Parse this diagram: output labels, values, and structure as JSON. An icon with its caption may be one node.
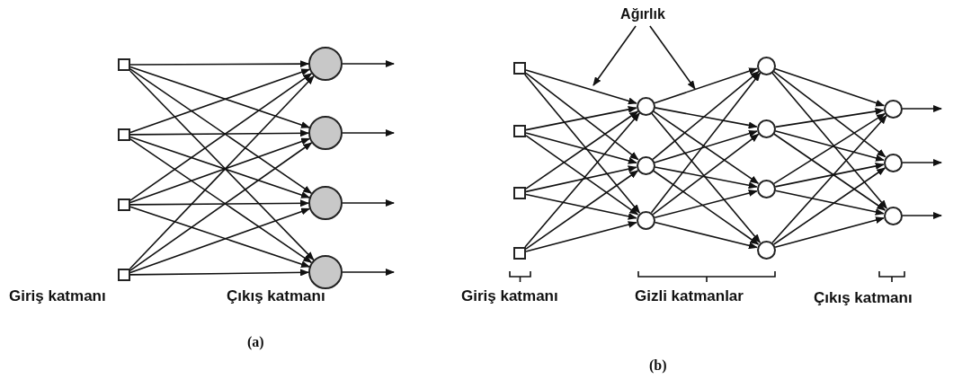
{
  "diagram": {
    "nodes": [
      {
        "text": [],
        "shape": "box"
      },
      {
        "text": [],
        "shape": "box"
      },
      {
        "text": [],
        "shape": "box"
      },
      {
        "text": [],
        "shape": "box"
      },
      {
        "text": [],
        "shape": "circle"
      },
      {
        "text": [],
        "shape": "circle"
      },
      {
        "text": [],
        "shape": "circle"
      },
      {
        "text": [],
        "shape": "circle"
      },
      {
        "text": [
          "Ağırlık"
        ]
      },
      {
        "text": [],
        "shape": "box"
      },
      {
        "text": [],
        "shape": "box"
      },
      {
        "text": [],
        "shape": "box"
      },
      {
        "text": [],
        "shape": "box"
      },
      {
        "text": [],
        "shape": "circle"
      },
      {
        "text": [],
        "shape": "circle"
      },
      {
        "text": [],
        "shape": "circle"
      },
      {
        "text": [],
        "shape": "circle"
      },
      {
        "text": [],
        "shape": "circle"
      },
      {
        "text": [],
        "shape": "circle"
      },
      {
        "text": [],
        "shape": "circle"
      },
      {
        "text": [],
        "shape": "circle"
      },
      {
        "text": [],
        "shape": "circle"
      },
      {
        "text": [],
        "shape": "circle"
      }
    ],
    "edges": [
      {
        "from": 0,
        "to": 4,
        "arrow": "to"
      },
      {
        "from": 0,
        "to": 5,
        "arrow": "to"
      },
      {
        "from": 0,
        "to": 6,
        "arrow": "to"
      },
      {
        "from": 0,
        "to": 7,
        "arrow": "to"
      },
      {
        "from": 1,
        "to": 4,
        "arrow": "to"
      },
      {
        "from": 1,
        "to": 5,
        "arrow": "to"
      },
      {
        "from": 1,
        "to": 6,
        "arrow": "to"
      },
      {
        "from": 1,
        "to": 7,
        "arrow": "to"
      },
      {
        "from": 2,
        "to": 4,
        "arrow": "to"
      },
      {
        "from": 2,
        "to": 5,
        "arrow": "to"
      },
      {
        "from": 2,
        "to": 6,
        "arrow": "to"
      },
      {
        "from": 2,
        "to": 7,
        "arrow": "to"
      },
      {
        "from": 3,
        "to": 4,
        "arrow": "to"
      },
      {
        "from": 3,
        "to": 5,
        "arrow": "to"
      },
      {
        "from": 3,
        "to": 6,
        "arrow": "to"
      },
      {
        "from": 3,
        "to": 7,
        "arrow": "to"
      },
      {
        "from": 4,
        "to": null,
        "arrow": "to"
      },
      {
        "from": 5,
        "to": null,
        "arrow": "to"
      },
      {
        "from": 6,
        "to": null,
        "arrow": "to"
      },
      {
        "from": 7,
        "to": null,
        "arrow": "to"
      },
      {
        "from": 8,
        "to": null,
        "arrow": "to"
      },
      {
        "from": 8,
        "to": null,
        "arrow": "to"
      },
      {
        "from": 9,
        "to": 13,
        "arrow": "to"
      },
      {
        "from": 9,
        "to": 14,
        "arrow": "to"
      },
      {
        "from": 9,
        "to": 15,
        "arrow": "to"
      },
      {
        "from": 10,
        "to": 13,
        "arrow": "to"
      },
      {
        "from": 10,
        "to": 14,
        "arrow": "to"
      },
      {
        "from": 10,
        "to": 15,
        "arrow": "to"
      },
      {
        "from": 11,
        "to": 13,
        "arrow": "to"
      },
      {
        "from": 11,
        "to": 14,
        "arrow": "to"
      },
      {
        "from": 11,
        "to": 15,
        "arrow": "to"
      },
      {
        "from": 12,
        "to": 13,
        "arrow": "to"
      },
      {
        "from": 12,
        "to": 14,
        "arrow": "to"
      },
      {
        "from": 12,
        "to": 15,
        "arrow": "to"
      },
      {
        "from": 13,
        "to": 16,
        "arrow": "to"
      },
      {
        "from": 13,
        "to": 17,
        "arrow": "to"
      },
      {
        "from": 13,
        "to": 18,
        "arrow": "to"
      },
      {
        "from": 13,
        "to": 19,
        "arrow": "to"
      },
      {
        "from": 14,
        "to": 16,
        "arrow": "to"
      },
      {
        "from": 14,
        "to": 17,
        "arrow": "to"
      },
      {
        "from": 14,
        "to": 18,
        "arrow": "to"
      },
      {
        "from": 14,
        "to": 19,
        "arrow": "to"
      },
      {
        "from": 15,
        "to": 16,
        "arrow": "to"
      },
      {
        "from": 15,
        "to": 17,
        "arrow": "to"
      },
      {
        "from": 15,
        "to": 18,
        "arrow": "to"
      },
      {
        "from": 15,
        "to": 19,
        "arrow": "to"
      },
      {
        "from": 16,
        "to": 20,
        "arrow": "to"
      },
      {
        "from": 16,
        "to": 21,
        "arrow": "to"
      },
      {
        "from": 16,
        "to": 22,
        "arrow": "to"
      },
      {
        "from": 17,
        "to": 20,
        "arrow": "to"
      },
      {
        "from": 17,
        "to": 21,
        "arrow": "to"
      },
      {
        "from": 17,
        "to": 22,
        "arrow": "to"
      },
      {
        "from": 18,
        "to": 20,
        "arrow": "to"
      },
      {
        "from": 18,
        "to": 21,
        "arrow": "to"
      },
      {
        "from": 18,
        "to": 22,
        "arrow": "to"
      },
      {
        "from": 19,
        "to": 20,
        "arrow": "to"
      },
      {
        "from": 19,
        "to": 21,
        "arrow": "to"
      },
      {
        "from": 19,
        "to": 22,
        "arrow": "to"
      },
      {
        "from": 20,
        "to": null,
        "arrow": "to"
      },
      {
        "from": 21,
        "to": null,
        "arrow": "to"
      },
      {
        "from": 22,
        "to": null,
        "arrow": "to"
      }
    ],
    "labels": [
      "Giriş katmanı",
      "Çıkış katmanı",
      "(a)",
      "Giriş katmanı",
      "Gizli katmanlar",
      "Çıkış katmanı",
      "(b)"
    ]
  }
}
